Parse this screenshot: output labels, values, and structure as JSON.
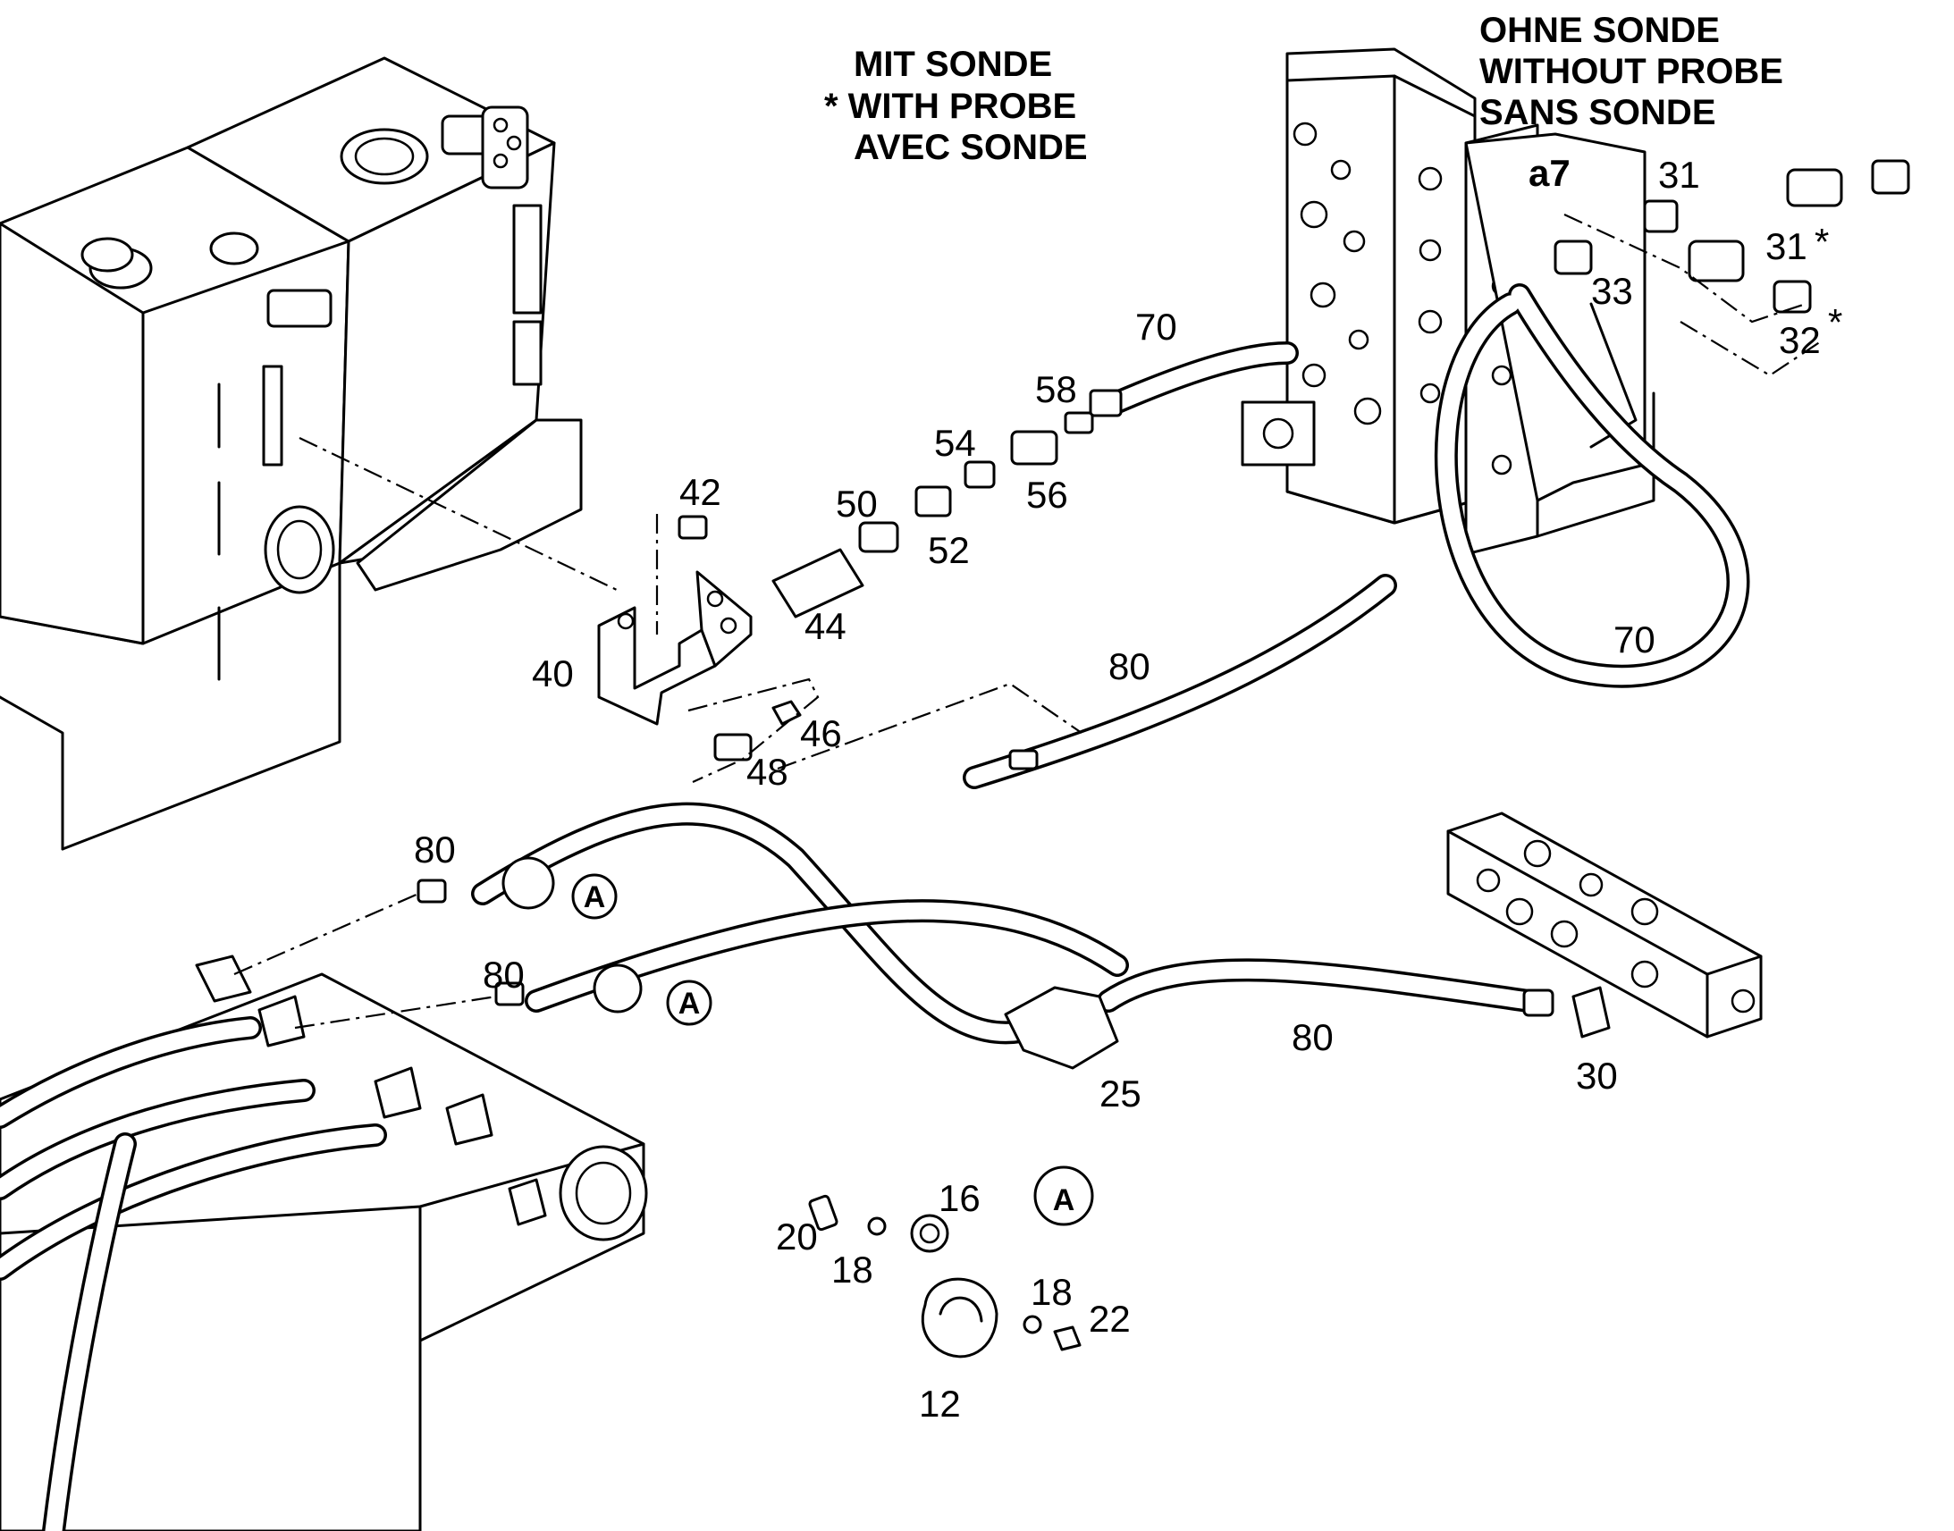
{
  "notes": {
    "with_probe": [
      "MIT SONDE",
      "* WITH PROBE",
      "AVEC SONDE"
    ],
    "without_probe": [
      "OHNE SONDE",
      "WITHOUT PROBE",
      "SANS SONDE"
    ]
  },
  "detail_marker": "A",
  "callouts": {
    "c_a7": "a7",
    "c_31": "31",
    "c_31s": "31",
    "c_31s_star": "*",
    "c_32": "32",
    "c_32_star": "*",
    "c_33": "33",
    "c_70_top": "70",
    "c_70_right": "70",
    "c_58": "58",
    "c_54": "54",
    "c_56": "56",
    "c_50": "50",
    "c_52": "52",
    "c_42": "42",
    "c_44": "44",
    "c_40": "40",
    "c_46": "46",
    "c_48": "48",
    "c_80_mid": "80",
    "c_80_left1": "80",
    "c_80_left2": "80",
    "c_80_bottom": "80",
    "c_25": "25",
    "c_30": "30",
    "c_16": "16",
    "c_20": "20",
    "c_18a": "18",
    "c_18b": "18",
    "c_22": "22",
    "c_12": "12"
  }
}
